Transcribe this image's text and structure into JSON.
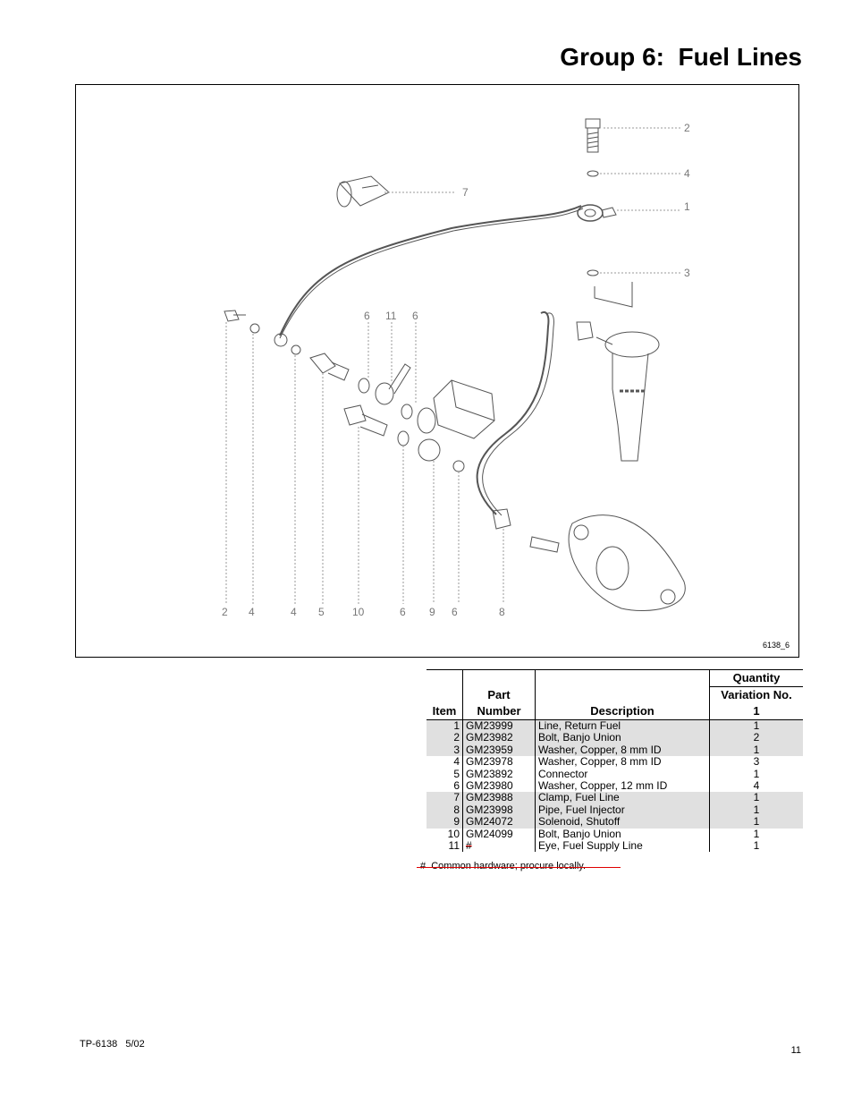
{
  "title": "Group 6:  Fuel Lines",
  "figure": {
    "id_label": "6138_6",
    "callouts_top": [
      "2",
      "4",
      "1",
      "3",
      "7"
    ],
    "callouts_mid": [
      "6",
      "11",
      "6"
    ],
    "callouts_bottom": [
      "2",
      "4",
      "4",
      "5",
      "10",
      "6",
      "9",
      "6",
      "8"
    ]
  },
  "table": {
    "headers": {
      "item": "Item",
      "part_line1": "Part",
      "part_line2": "Number",
      "description": "Description",
      "qty_line1": "Quantity",
      "qty_line2": "Variation No.",
      "qty_line3": "1"
    },
    "rows": [
      {
        "item": "1",
        "part": "GM23999",
        "description": "Line, Return Fuel",
        "qty": "1"
      },
      {
        "item": "2",
        "part": "GM23982",
        "description": "Bolt, Banjo Union",
        "qty": "2"
      },
      {
        "item": "3",
        "part": "GM23959",
        "description": "Washer, Copper, 8 mm ID",
        "qty": "1"
      },
      {
        "item": "4",
        "part": "GM23978",
        "description": "Washer, Copper, 8 mm ID",
        "qty": "3"
      },
      {
        "item": "5",
        "part": "GM23892",
        "description": "Connector",
        "qty": "1"
      },
      {
        "item": "6",
        "part": "GM23980",
        "description": "Washer, Copper, 12 mm ID",
        "qty": "4"
      },
      {
        "item": "7",
        "part": "GM23988",
        "description": "Clamp, Fuel Line",
        "qty": "1"
      },
      {
        "item": "8",
        "part": "GM23998",
        "description": "Pipe,  Fuel Injector",
        "qty": "1"
      },
      {
        "item": "9",
        "part": "GM24072",
        "description": "Solenoid, Shutoff",
        "qty": "1"
      },
      {
        "item": "10",
        "part": "GM24099",
        "description": "Bolt, Banjo Union",
        "qty": "1"
      },
      {
        "item": "11",
        "part": "#",
        "description": "Eye, Fuel Supply Line",
        "qty": "1"
      }
    ]
  },
  "footnote": "#  Common hardware; procure locally.",
  "footer": {
    "doc_ref": "TP-6138   5/02",
    "page_number": "11"
  },
  "colors": {
    "shade": "#e0e0e0",
    "strike": "#e00000",
    "drawing": "#555555"
  }
}
